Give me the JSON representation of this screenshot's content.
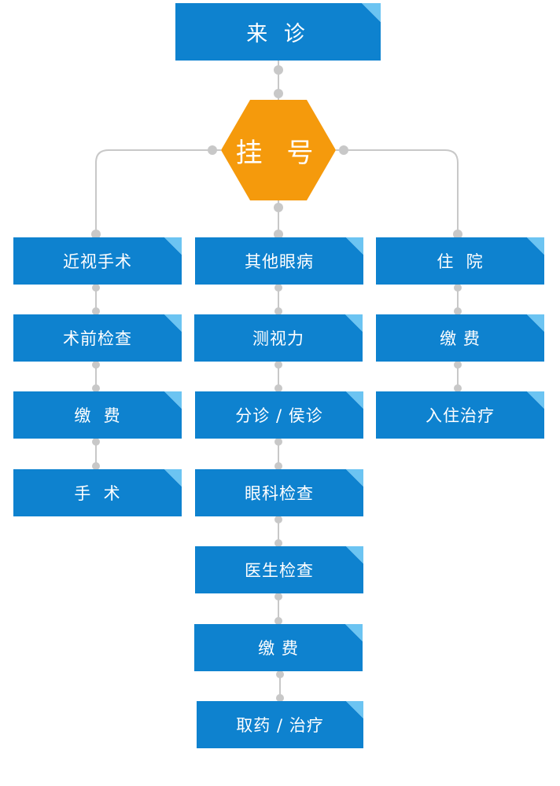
{
  "title": "来 诊",
  "register": "挂 号",
  "branches": {
    "myopia_surgery": {
      "title": "近视手术",
      "steps": [
        "术前检查",
        "缴  费",
        "手  术"
      ]
    },
    "other_eye_diseases": {
      "title": "其他眼病",
      "steps": [
        "测视力",
        "分诊 / 侯诊",
        "眼科检查",
        "医生检查",
        "缴 费",
        "取药 / 治疗"
      ]
    },
    "hospitalization": {
      "title": "住  院",
      "steps": [
        "缴 费",
        "入住治疗"
      ]
    }
  },
  "colors": {
    "box": "#0e82cf",
    "box_fold": "#6cc4f2",
    "hexagon": "#f59a0c",
    "connector": "#c8c8c8",
    "text": "#ffffff"
  }
}
